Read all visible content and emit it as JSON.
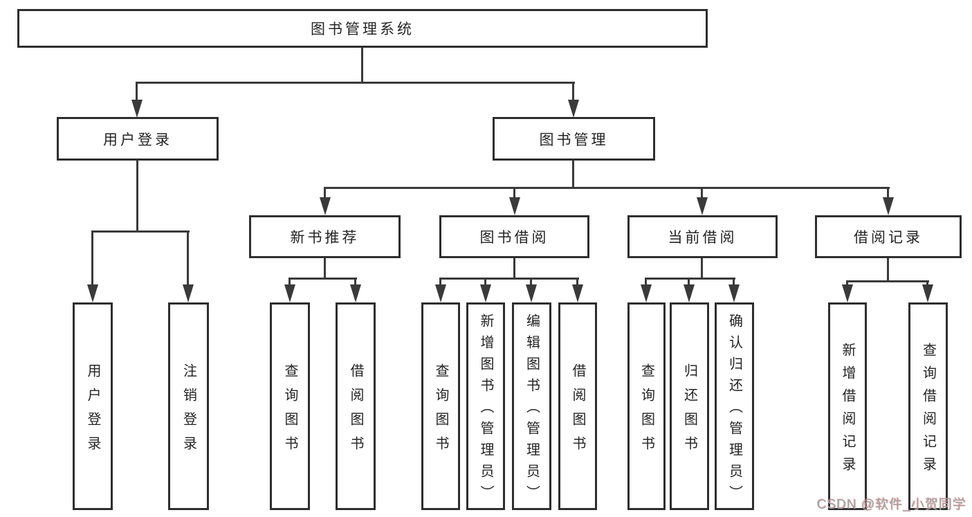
{
  "diagram_title": "图书管理系统",
  "tree": {
    "root": {
      "label": "图书管理系统"
    },
    "branches": [
      {
        "label": "用户登录",
        "children": [
          {
            "label": "用户登录"
          },
          {
            "label": "注销登录"
          }
        ]
      },
      {
        "label": "图书管理",
        "children": [
          {
            "label": "新书推荐",
            "children": [
              {
                "label": "查询图书"
              },
              {
                "label": "借阅图书"
              }
            ]
          },
          {
            "label": "图书借阅",
            "children": [
              {
                "label": "查询图书"
              },
              {
                "label": "新增图书（管理员）"
              },
              {
                "label": "编辑图书（管理员）"
              },
              {
                "label": "借阅图书"
              }
            ]
          },
          {
            "label": "当前借阅",
            "children": [
              {
                "label": "查询图书"
              },
              {
                "label": "归还图书"
              },
              {
                "label": "确认归还（管理员）"
              }
            ]
          },
          {
            "label": "借阅记录",
            "children": [
              {
                "label": "新增借阅记录"
              },
              {
                "label": "查询借阅记录"
              }
            ]
          }
        ]
      }
    ]
  },
  "watermark": {
    "text": "CSDN @软件_小贺同学"
  },
  "colors": {
    "ink": "#3a3a3a",
    "box_border": "#2e2e2e",
    "text": "#242424",
    "background": "#ffffff",
    "watermark_gray": "#a0a0a0",
    "watermark_red": "#e08080"
  }
}
